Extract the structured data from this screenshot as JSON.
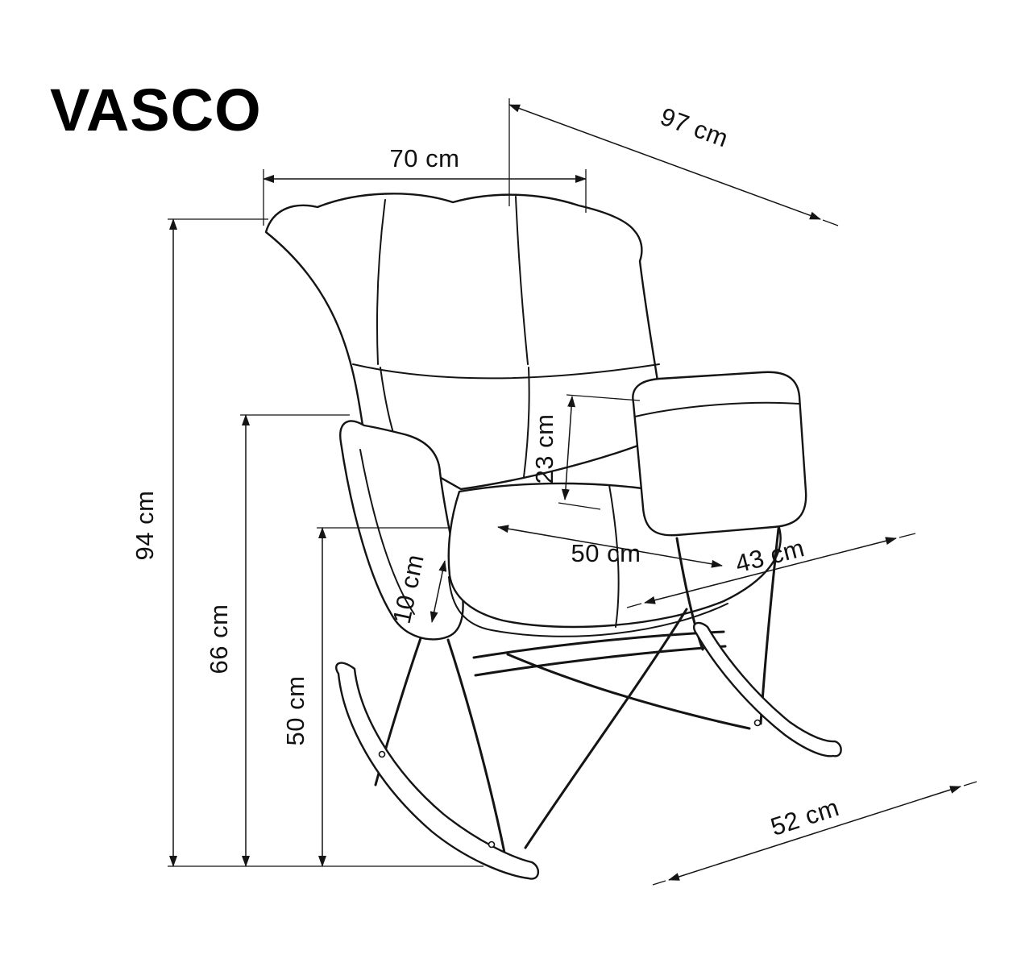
{
  "title": "VASCO",
  "colors": {
    "line": "#141414",
    "background": "#ffffff"
  },
  "dimensions": {
    "back_width": "70 cm",
    "total_depth": "97 cm",
    "total_height": "94 cm",
    "wing_height": "66 cm",
    "seat_height": "50 cm",
    "cushion_thickness": "10 cm",
    "armrest_above_seat": "23 cm",
    "seat_width": "50 cm",
    "seat_depth": "43 cm",
    "rocker_length": "52 cm"
  }
}
